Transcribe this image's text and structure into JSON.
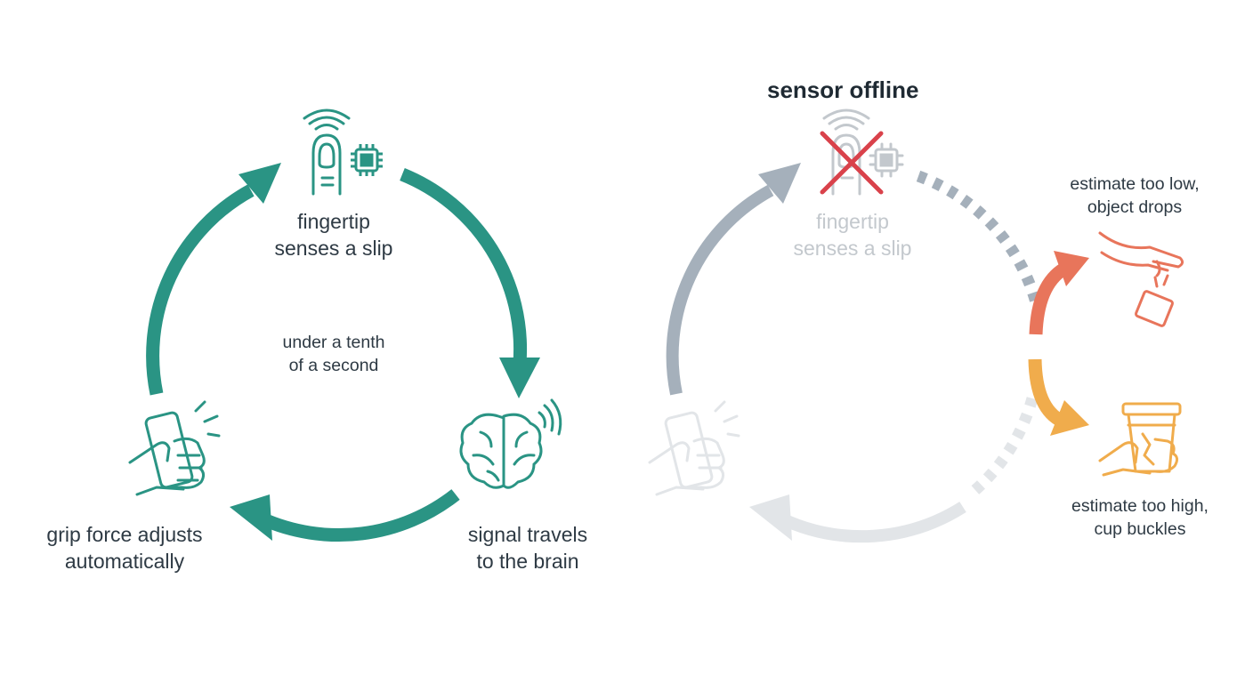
{
  "normal_loop": {
    "sense_label": [
      "fingertip",
      "senses a slip"
    ],
    "center_label": [
      "under a tenth",
      "of a second"
    ],
    "brain_label": [
      "signal travels",
      "to the brain"
    ],
    "grip_label": [
      "grip force adjusts",
      "automatically"
    ],
    "icons": [
      "fingertip-sensor-icon",
      "chip-icon",
      "brain-signal-icon",
      "gripping-hand-icon"
    ]
  },
  "offline_loop": {
    "title": "sensor offline",
    "sense_label": [
      "fingertip",
      "senses a slip"
    ],
    "low_label": [
      "estimate too low,",
      "object drops"
    ],
    "high_label": [
      "estimate too high,",
      "cup buckles"
    ],
    "icons": [
      "fingertip-sensor-crossed-icon",
      "dropping-object-hand-icon",
      "buckling-cup-hand-icon",
      "gripping-hand-faded-icon"
    ]
  },
  "colors": {
    "teal": "#2a9484",
    "faded_gray": "#a5b0bb",
    "light_gray": "#e2e5e8",
    "red_cross": "#d9424b",
    "coral": "#e8755b",
    "amber": "#f0ac4c",
    "text": "#2e3a44"
  }
}
